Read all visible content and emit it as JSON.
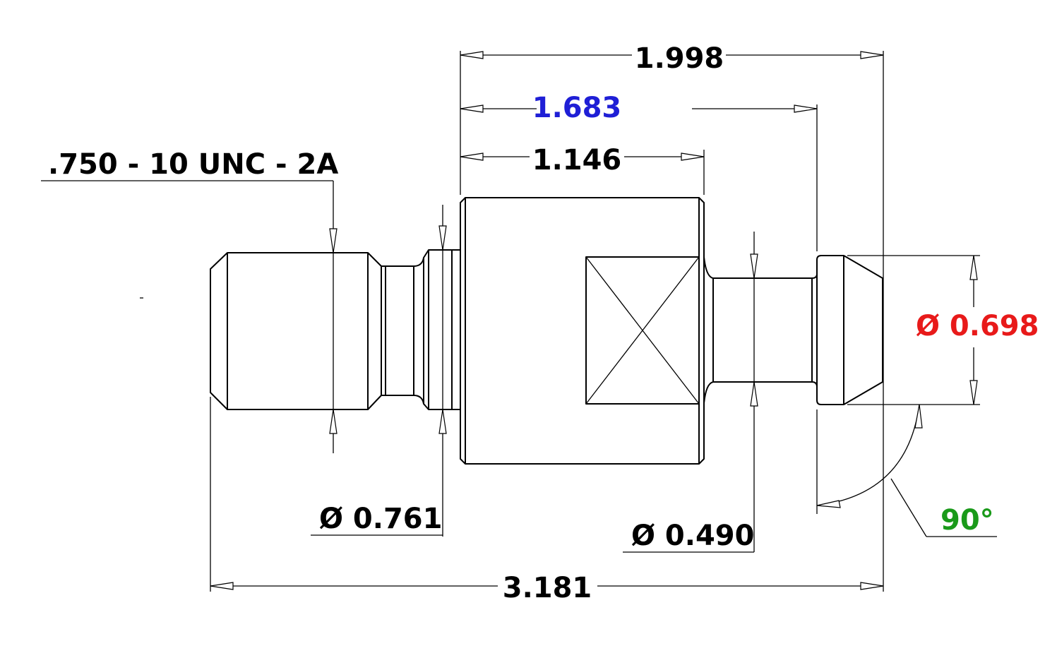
{
  "dimensions": {
    "overall_length": "3.181",
    "length_to_tip_shoulder": "1.998",
    "length_to_collar": "1.683",
    "body_length": "1.146",
    "thread_callout": ".750 - 10 UNC - 2A",
    "groove_diameter": "Ø 0.761",
    "neck_diameter": "Ø 0.490",
    "head_diameter": "Ø 0.698",
    "cone_angle": "90°"
  },
  "colors": {
    "default": "#000000",
    "length_to_collar": "#1f1fd6",
    "head_diameter": "#e81a1a",
    "cone_angle": "#1a9a1a"
  }
}
